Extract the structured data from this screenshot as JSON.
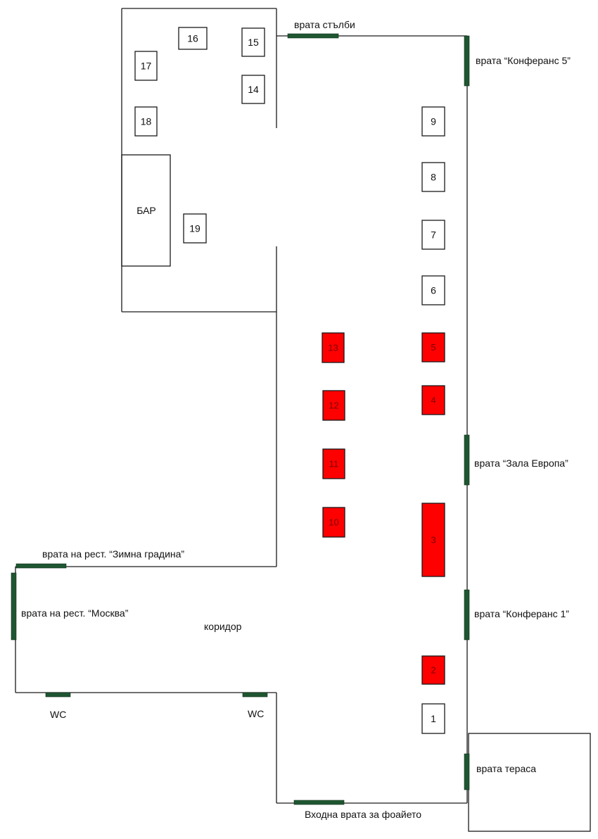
{
  "colors": {
    "booth_free": "#ffffff",
    "booth_taken": "#ff0000",
    "door": "#1e5631",
    "wall": "#1a1a1a"
  },
  "labels": {
    "bar": "БАР",
    "corridor": "коридор",
    "door_stairs": "врата стълби",
    "door_conf5": "врата “Конферанс 5”",
    "door_europe": "врата “Зала Европа”",
    "door_conf1": "врата “Конферанс 1”",
    "door_terrace": "врата тераса",
    "door_winter_garden": "врата на рест. “Зимна градина”",
    "door_moscow": "врата на рест. “Москва”",
    "wc_left": "WC",
    "wc_right": "WC",
    "entrance": "Входна врата за фоайето"
  },
  "booths": [
    {
      "num": "1",
      "status": "free"
    },
    {
      "num": "2",
      "status": "taken"
    },
    {
      "num": "3",
      "status": "taken"
    },
    {
      "num": "4",
      "status": "taken"
    },
    {
      "num": "5",
      "status": "taken"
    },
    {
      "num": "6",
      "status": "free"
    },
    {
      "num": "7",
      "status": "free"
    },
    {
      "num": "8",
      "status": "free"
    },
    {
      "num": "9",
      "status": "free"
    },
    {
      "num": "10",
      "status": "taken"
    },
    {
      "num": "11",
      "status": "taken"
    },
    {
      "num": "12",
      "status": "taken"
    },
    {
      "num": "13",
      "status": "taken"
    },
    {
      "num": "14",
      "status": "free"
    },
    {
      "num": "15",
      "status": "free"
    },
    {
      "num": "16",
      "status": "free"
    },
    {
      "num": "17",
      "status": "free"
    },
    {
      "num": "18",
      "status": "free"
    },
    {
      "num": "19",
      "status": "free"
    }
  ]
}
